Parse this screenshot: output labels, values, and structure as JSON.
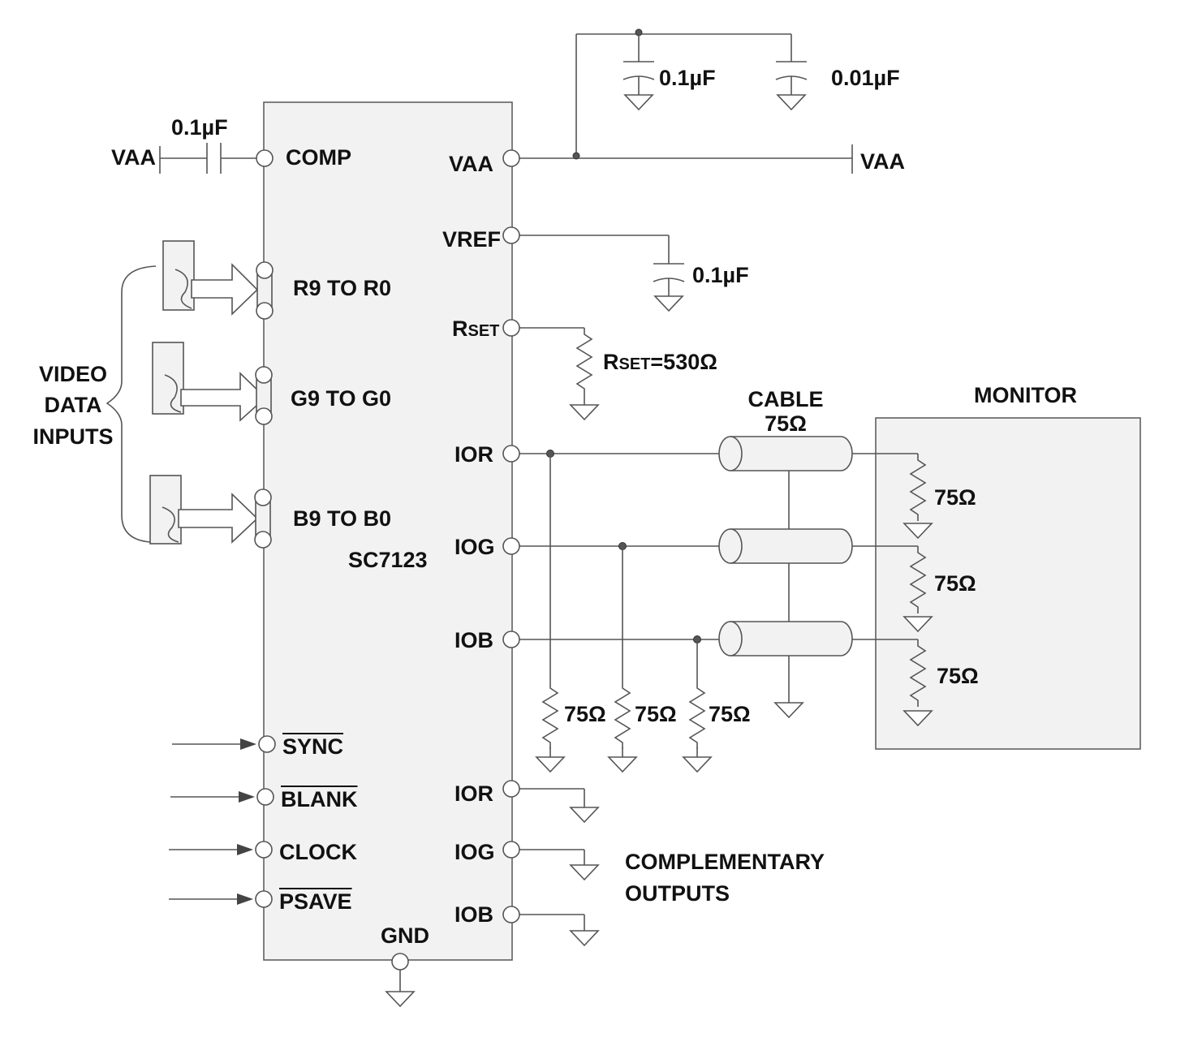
{
  "chip": {
    "name": "SC7123"
  },
  "left_pins": {
    "comp": "COMP",
    "r_bus": "R9 TO R0",
    "g_bus": "G9 TO G0",
    "b_bus": "B9 TO B0",
    "sync": "SYNC",
    "blank": "BLANK",
    "clock": "CLOCK",
    "psave": "PSAVE"
  },
  "right_pins": {
    "vaa": "VAA",
    "vref": "VREF",
    "rset_big": "R",
    "rset_small": "SET",
    "ior": "IOR",
    "iog": "IOG",
    "iob": "IOB",
    "ior_comp": "IOR",
    "iog_comp": "IOG",
    "iob_comp": "IOB"
  },
  "gnd_pin": "GND",
  "comp_supply": {
    "supply": "VAA",
    "cap": "0.1µF"
  },
  "supply": {
    "vaa": "VAA",
    "cap1": "0.1µF",
    "cap2": "0.01µF"
  },
  "vref_cap": "0.1µF",
  "rset_value": {
    "big": "R",
    "small": "SET",
    "rest": "=530Ω"
  },
  "video_inputs": {
    "line1": "VIDEO",
    "line2": "DATA",
    "line3": "INPUTS"
  },
  "load_resistors": [
    "75Ω",
    "75Ω",
    "75Ω"
  ],
  "cable": {
    "title": "CABLE",
    "impedance": "75Ω"
  },
  "monitor": {
    "title": "MONITOR",
    "terminations": [
      "75Ω",
      "75Ω",
      "75Ω"
    ]
  },
  "complementary": {
    "line1": "COMPLEMENTARY",
    "line2": "OUTPUTS"
  },
  "colors": {
    "wire": "#555555",
    "fill": "#f2f2f2",
    "text": "#111111"
  }
}
